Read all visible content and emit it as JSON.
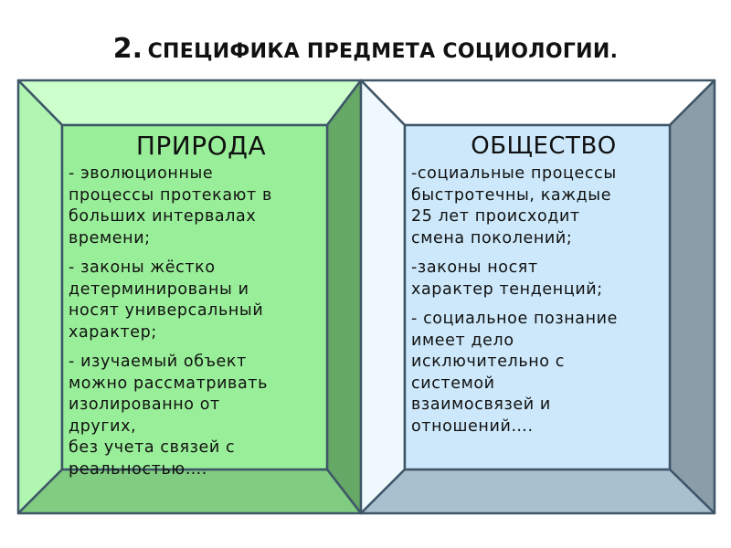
{
  "slide": {
    "title_number": "2.",
    "title_text": "СПЕЦИФИКА ПРЕДМЕТА СОЦИОЛОГИИ."
  },
  "colors": {
    "left_front": "#99ee99",
    "left_top": "#ccffcc",
    "left_left": "#b0f5b0",
    "left_right": "#66a866",
    "left_bottom": "#80cc80",
    "right_front": "#cce8fa",
    "right_top": "#ffffff",
    "right_left": "#eef8fd",
    "right_right": "#8a9ea9",
    "right_bottom": "#a9c0cf",
    "outline": "#3e5668"
  },
  "left_panel": {
    "heading": "ПРИРОДА",
    "items": [
      {
        "lines": [
          "- эволюционные",
          "процессы протекают в",
          "больших интервалах",
          "времени;"
        ]
      },
      {
        "lines": [
          "- законы жёстко",
          "детерминированы и",
          "носят универсальный",
          "характер;"
        ]
      },
      {
        "lines": [
          "- изучаемый объект",
          "можно рассматривать",
          "изолированно от",
          "других,",
          "без учета связей с",
          "реальностью…."
        ]
      }
    ]
  },
  "right_panel": {
    "heading": "ОБЩЕСТВО",
    "items": [
      {
        "lines": [
          "-социальные процессы",
          "быстротечны, каждые",
          "25 лет происходит",
          "смена поколений;"
        ]
      },
      {
        "lines": [
          "-законы носят",
          "характер тенденций;"
        ]
      },
      {
        "lines": [
          "- социальное познание",
          "имеет дело",
          "исключительно с",
          "системой",
          "взаимосвязей и",
          "отношений…."
        ]
      }
    ]
  }
}
